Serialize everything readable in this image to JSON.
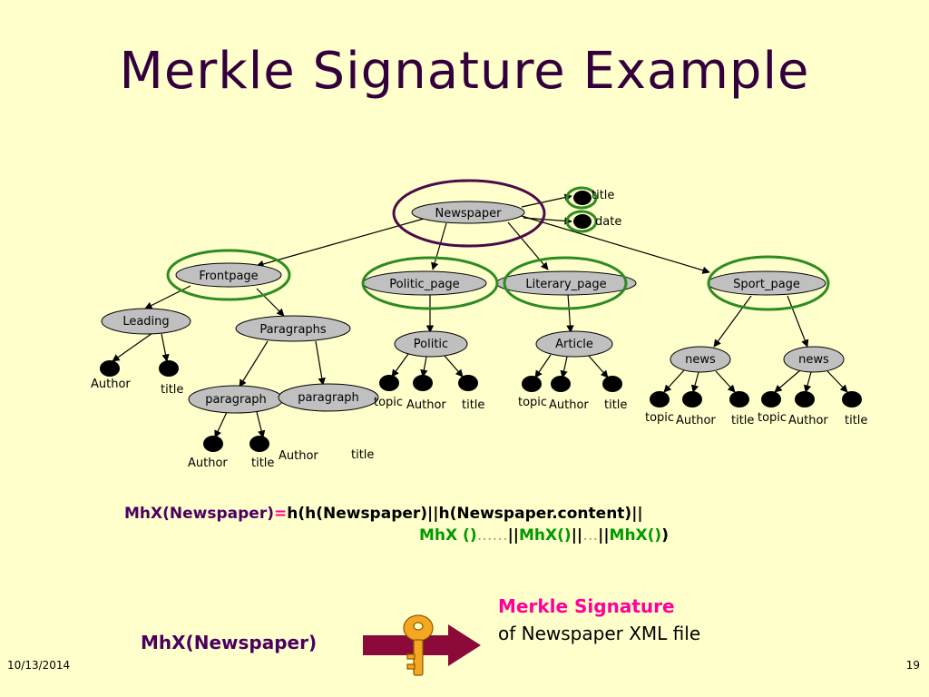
{
  "title": "Merkle Signature Example",
  "nodes": {
    "newspaper": "Newspaper",
    "frontpage": "Frontpage",
    "politic_page": "Politic_page",
    "literary_page": "Literary_page",
    "sport_page": "Sport_page",
    "leading": "Leading",
    "paragraphs": "Paragraphs",
    "paragraph1": "paragraph",
    "paragraph2": "paragraph",
    "politic": "Politic",
    "article": "Article",
    "news1": "news",
    "news2": "news"
  },
  "leaves": {
    "np_title": "title",
    "np_date": "date",
    "lead_author": "Author",
    "lead_title": "title",
    "p1_author": "Author",
    "p1_title": "title",
    "p2_author": "Author",
    "p2_title": "title",
    "pol_topic": "topic",
    "pol_author": "Author",
    "pol_title": "title",
    "art_topic": "topic",
    "art_author": "Author",
    "art_title": "title",
    "n1_topic": "topic",
    "n1_author": "Author",
    "n1_title": "title",
    "n2_topic": "topic",
    "n2_author": "Author",
    "n2_title": "title"
  },
  "formula": {
    "lhs": "MhX(Newspaper)",
    "eq": "=",
    "rhs": "h(h(Newspaper)||h(Newspaper.content)||",
    "line2_a": "MhX ()",
    "line2_dots1": "……",
    "line2_sep1": "||",
    "line2_b": "MhX()",
    "line2_sep2": "||",
    "line2_dots2": "…",
    "line2_sep3": "||",
    "line2_c": "MhX()",
    "line2_close": ")"
  },
  "bottom": {
    "mhx_label": "MhX(Newspaper)",
    "sig_title": "Merkle Signature",
    "sig_sub": "of Newspaper XML file"
  },
  "footer": {
    "date": "10/13/2014",
    "page": "19"
  },
  "colors": {
    "background": "#ffffcc",
    "title": "#33003d",
    "node_fill": "#c0c0c0",
    "highlight_green": "#2e8b22",
    "highlight_purple": "#4b0b4b",
    "arrow": "#8b0a3a",
    "key": "#f5a623"
  }
}
